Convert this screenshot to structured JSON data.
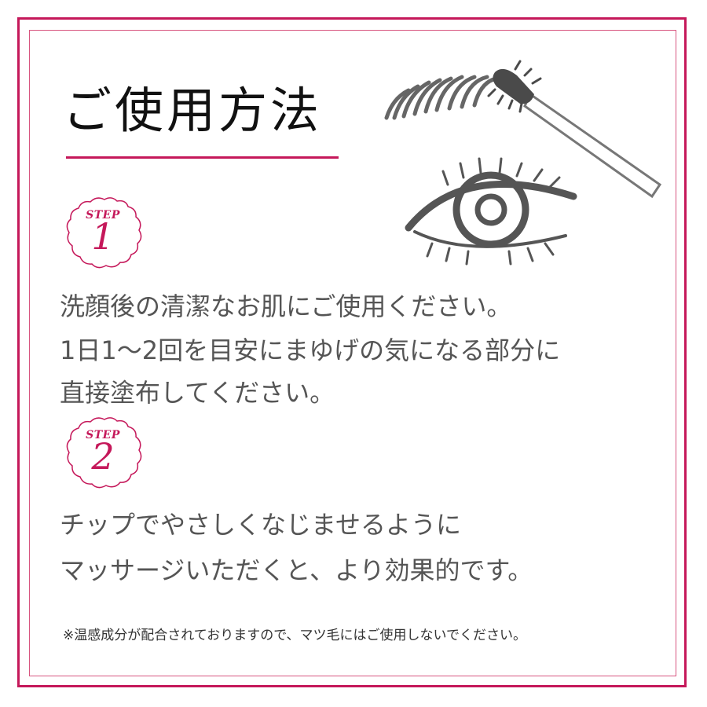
{
  "title": "ご使用方法",
  "steps": [
    {
      "badge_word": "STEP",
      "badge_number": "1",
      "lines": [
        "洗顔後の清潔なお肌にご使用ください。",
        "1日1～2回を目安にまゆげの気になる部分に",
        "直接塗布してください。"
      ]
    },
    {
      "badge_word": "STEP",
      "badge_number": "2",
      "lines": [
        "チップでやさしくなじませるように",
        "マッサージいただくと、より効果的です。"
      ]
    }
  ],
  "note": "※温感成分が配合されておりますので、マツ毛にはご使用しないでください。",
  "colors": {
    "accent": "#c5185a",
    "text": "#555555",
    "title": "#111111"
  },
  "icons": [
    "eyebrow-brush-illustration",
    "eye-illustration",
    "step-badge"
  ]
}
